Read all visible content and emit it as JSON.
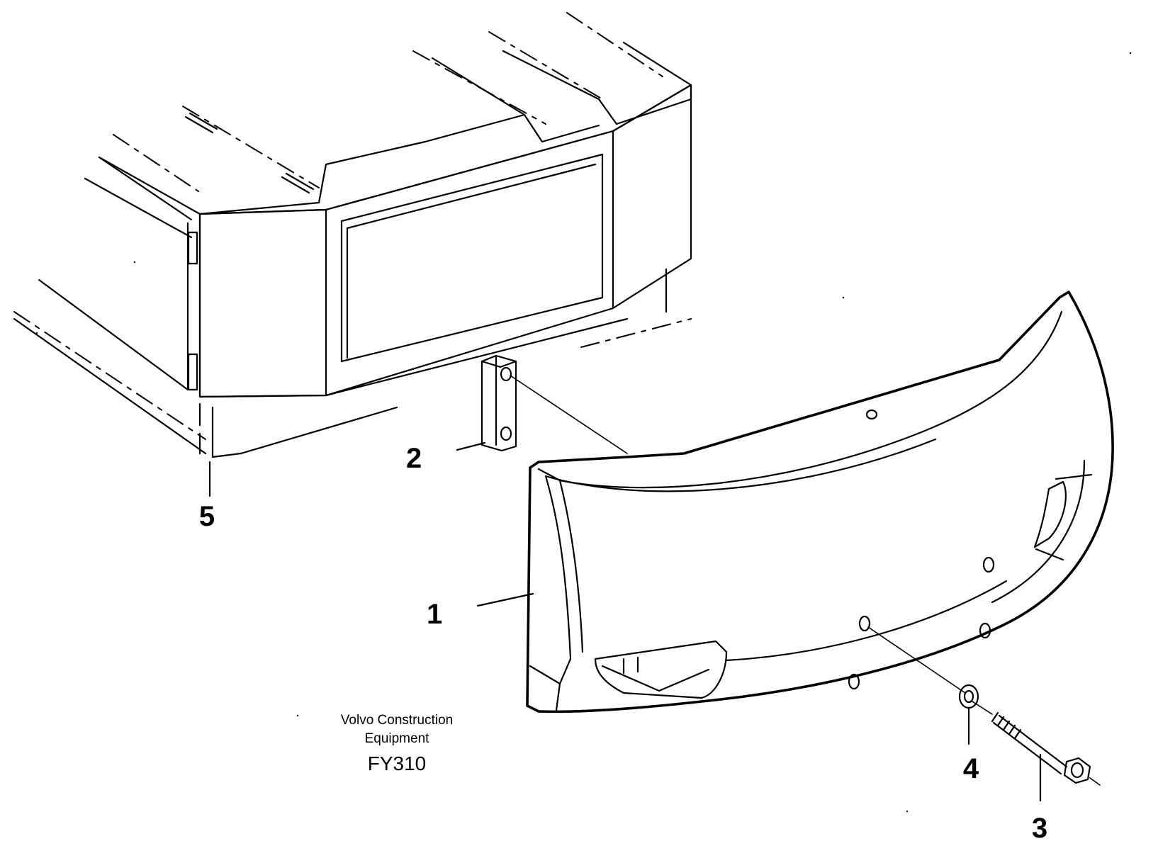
{
  "caption": {
    "line1": "Volvo Construction",
    "line2": "Equipment",
    "code": "FY310"
  },
  "callouts": [
    {
      "id": "1",
      "label": "1"
    },
    {
      "id": "2",
      "label": "2"
    },
    {
      "id": "3",
      "label": "3"
    },
    {
      "id": "4",
      "label": "4"
    },
    {
      "id": "5",
      "label": "5"
    }
  ],
  "colors": {
    "ink": "#000000",
    "paper": "#ffffff"
  }
}
